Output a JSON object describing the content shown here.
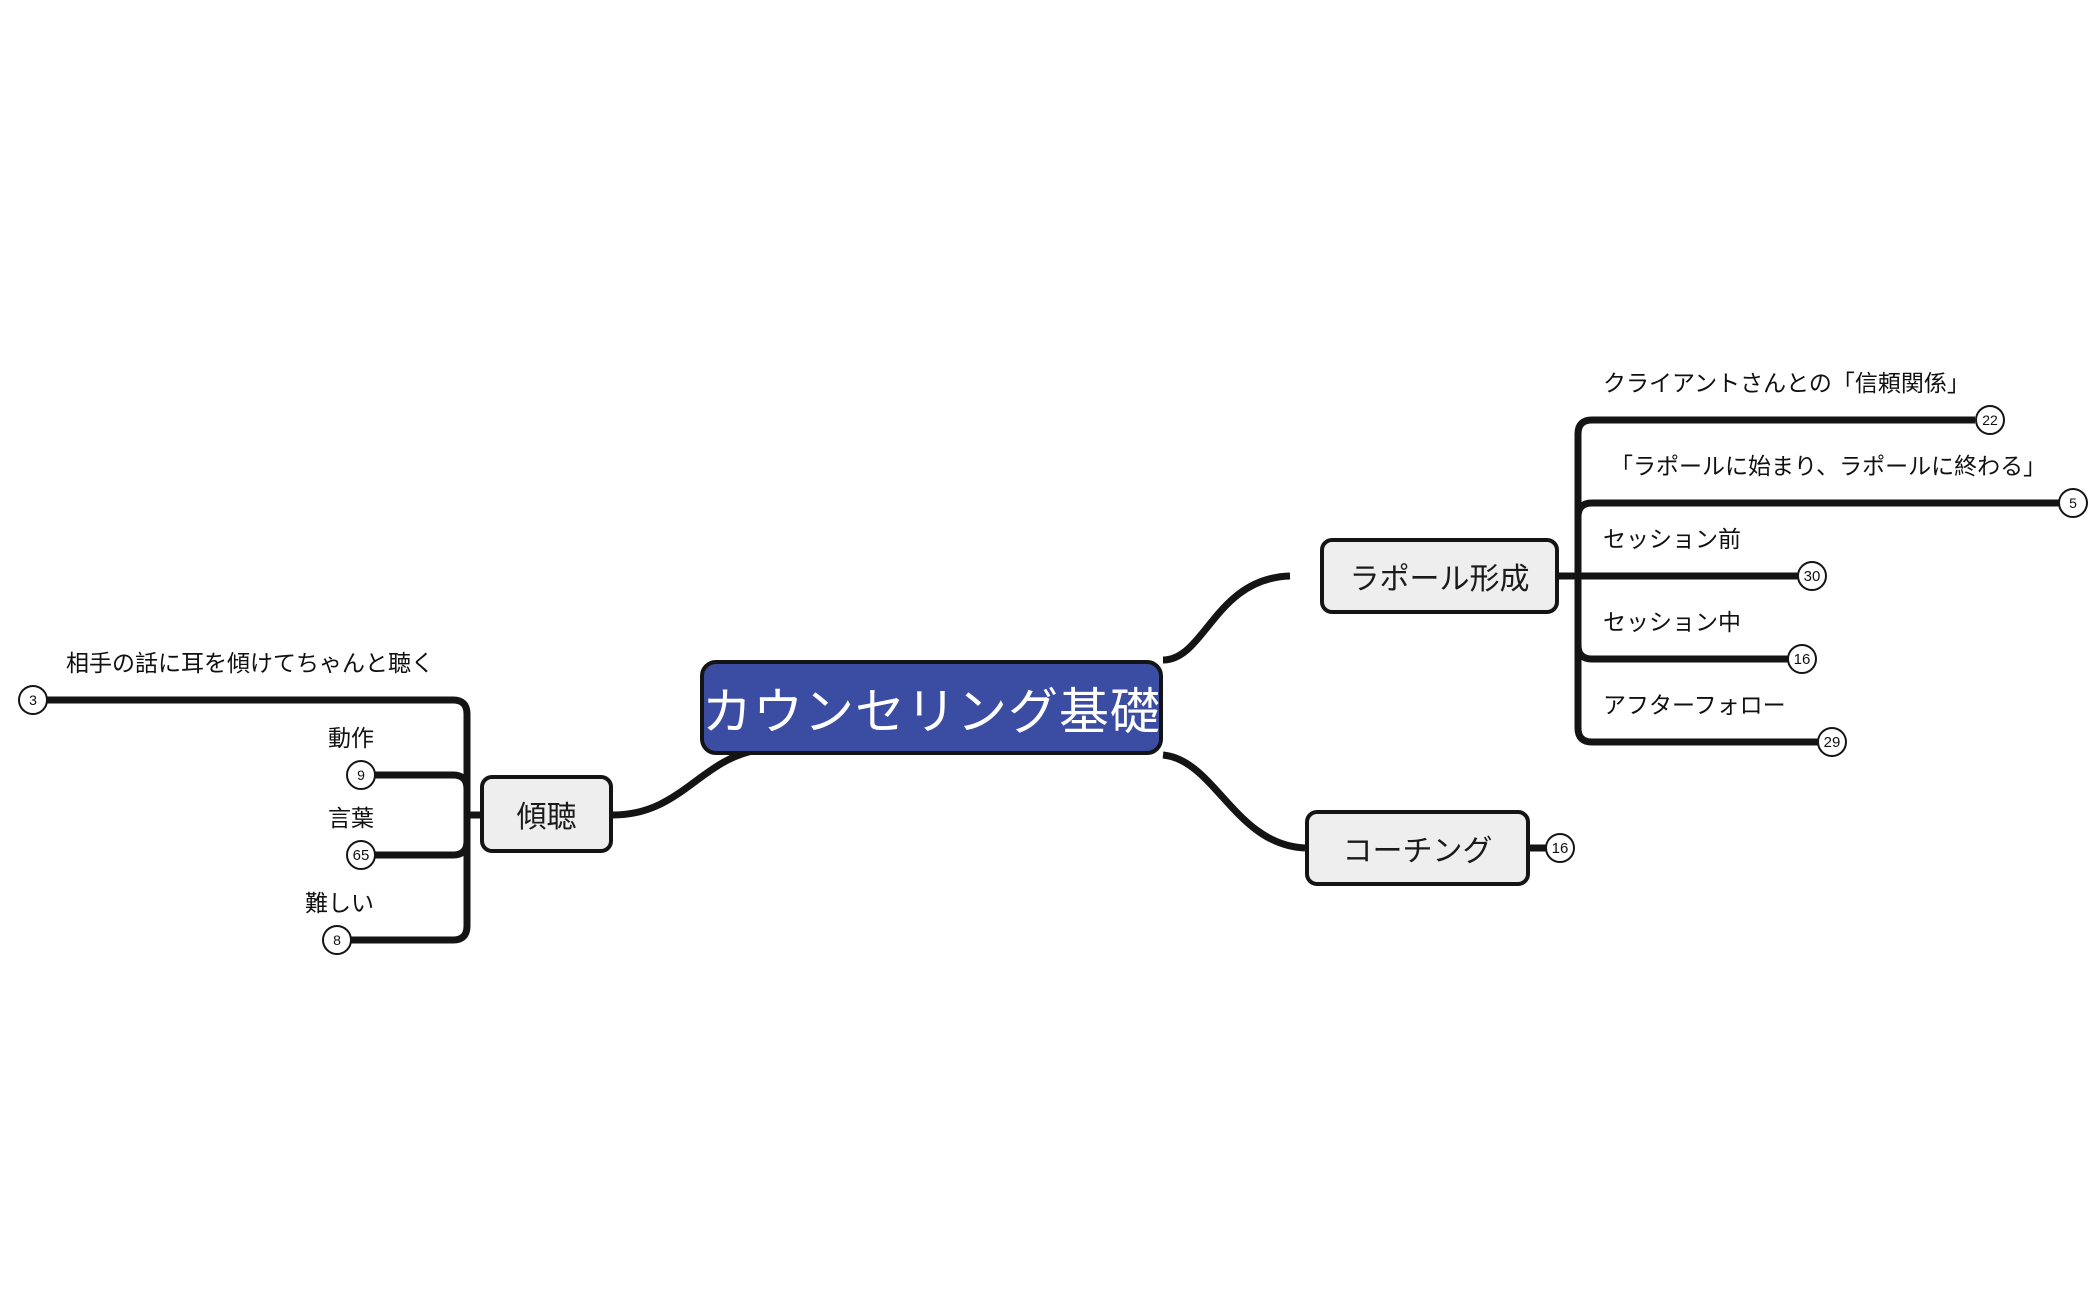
{
  "diagram": {
    "type": "mind-map",
    "background_color": "#ffffff",
    "root_fill": "#3b4ca3",
    "root_text_color": "#ffffff",
    "branch_fill": "#eeeeee",
    "stroke_color": "#141414"
  },
  "root": {
    "label": "カウンセリング基礎"
  },
  "branches": {
    "left": [
      {
        "label": "傾聴",
        "children": [
          {
            "label": "相手の話に耳を傾けてちゃんと聴く",
            "badge": "3"
          },
          {
            "label": "動作",
            "badge": "9"
          },
          {
            "label": "言葉",
            "badge": "65"
          },
          {
            "label": "難しい",
            "badge": "8"
          }
        ]
      }
    ],
    "right": [
      {
        "label": "ラポール形成",
        "badge": null,
        "children": [
          {
            "label": "クライアントさんとの「信頼関係」",
            "badge": "22"
          },
          {
            "label": "「ラポールに始まり、ラポールに終わる」",
            "badge": "5"
          },
          {
            "label": "セッション前",
            "badge": "30"
          },
          {
            "label": "セッション中",
            "badge": "16"
          },
          {
            "label": "アフターフォロー",
            "badge": "29"
          }
        ]
      },
      {
        "label": "コーチング",
        "badge": "16",
        "children": []
      }
    ]
  }
}
